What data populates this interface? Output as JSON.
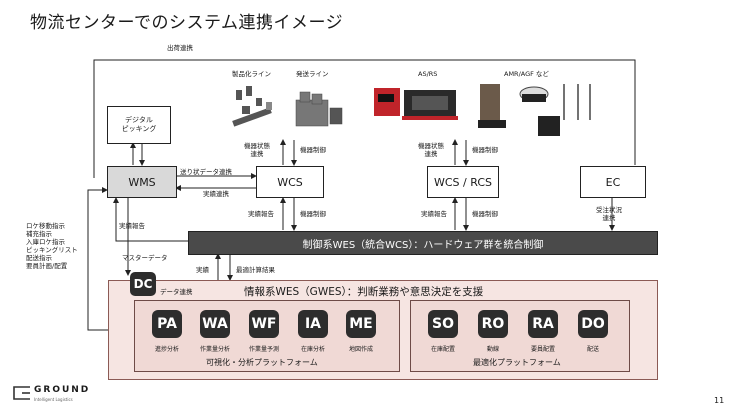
{
  "title": "物流センターでのシステム連携イメージ",
  "nodes": {
    "wms": "WMS",
    "digital_picking": "デジタル\nピッキング",
    "wcs": "WCS",
    "wcs_rcs": "WCS / RCS",
    "ec": "EC",
    "control_wes": "制御系WES（統合WCS）：ハードウェア群を統合制御",
    "info_wes": "情報系WES（GWES）：判断業務や意思決定を支援",
    "dc": "DC",
    "dc_label": "データ連携"
  },
  "equipment": {
    "product_line": "製品化ライン",
    "shipping_line": "発送ライン",
    "asrs": "AS/RS",
    "amr": "AMR/AGF など"
  },
  "edges": {
    "shipment_link": "出荷連携",
    "send_data_link": "送り状データ連携",
    "result_link": "実績連携",
    "device_status_1": "機器状態\n連携",
    "device_control_1": "機器制御",
    "device_status_2": "機器状態\n連携",
    "device_control_2": "機器制御",
    "result_report_wms": "実績報告",
    "result_report_wcs": "実績報告",
    "device_control_wcs": "機器制御",
    "result_report_rcs": "実績報告",
    "device_control_rcs": "機器制御",
    "order_status_link": "受注状況\n連携",
    "master_data": "マスターデータ",
    "result_report_info": "実績",
    "optimal_result": "最適計算結果"
  },
  "left_instructions": [
    "ロケ移動指示",
    "補充指示",
    "入庫ロケ指示",
    "ピッキングリスト",
    "配送指示",
    "要員計画/配置"
  ],
  "platforms": {
    "analysis": {
      "title": "可視化・分析プラットフォーム",
      "modules": [
        {
          "code": "PA",
          "label": "進捗分析"
        },
        {
          "code": "WA",
          "label": "作業量分析"
        },
        {
          "code": "WF",
          "label": "作業量予測"
        },
        {
          "code": "IA",
          "label": "在庫分析"
        },
        {
          "code": "ME",
          "label": "地図作成"
        }
      ]
    },
    "optimization": {
      "title": "最適化プラットフォーム",
      "modules": [
        {
          "code": "SO",
          "label": "在庫配置"
        },
        {
          "code": "RO",
          "label": "動線"
        },
        {
          "code": "RA",
          "label": "要員配置"
        },
        {
          "code": "DO",
          "label": "配送"
        }
      ]
    }
  },
  "logo": {
    "name": "GROUND",
    "sub": "Intelligent Logistics"
  },
  "page_number": "11"
}
